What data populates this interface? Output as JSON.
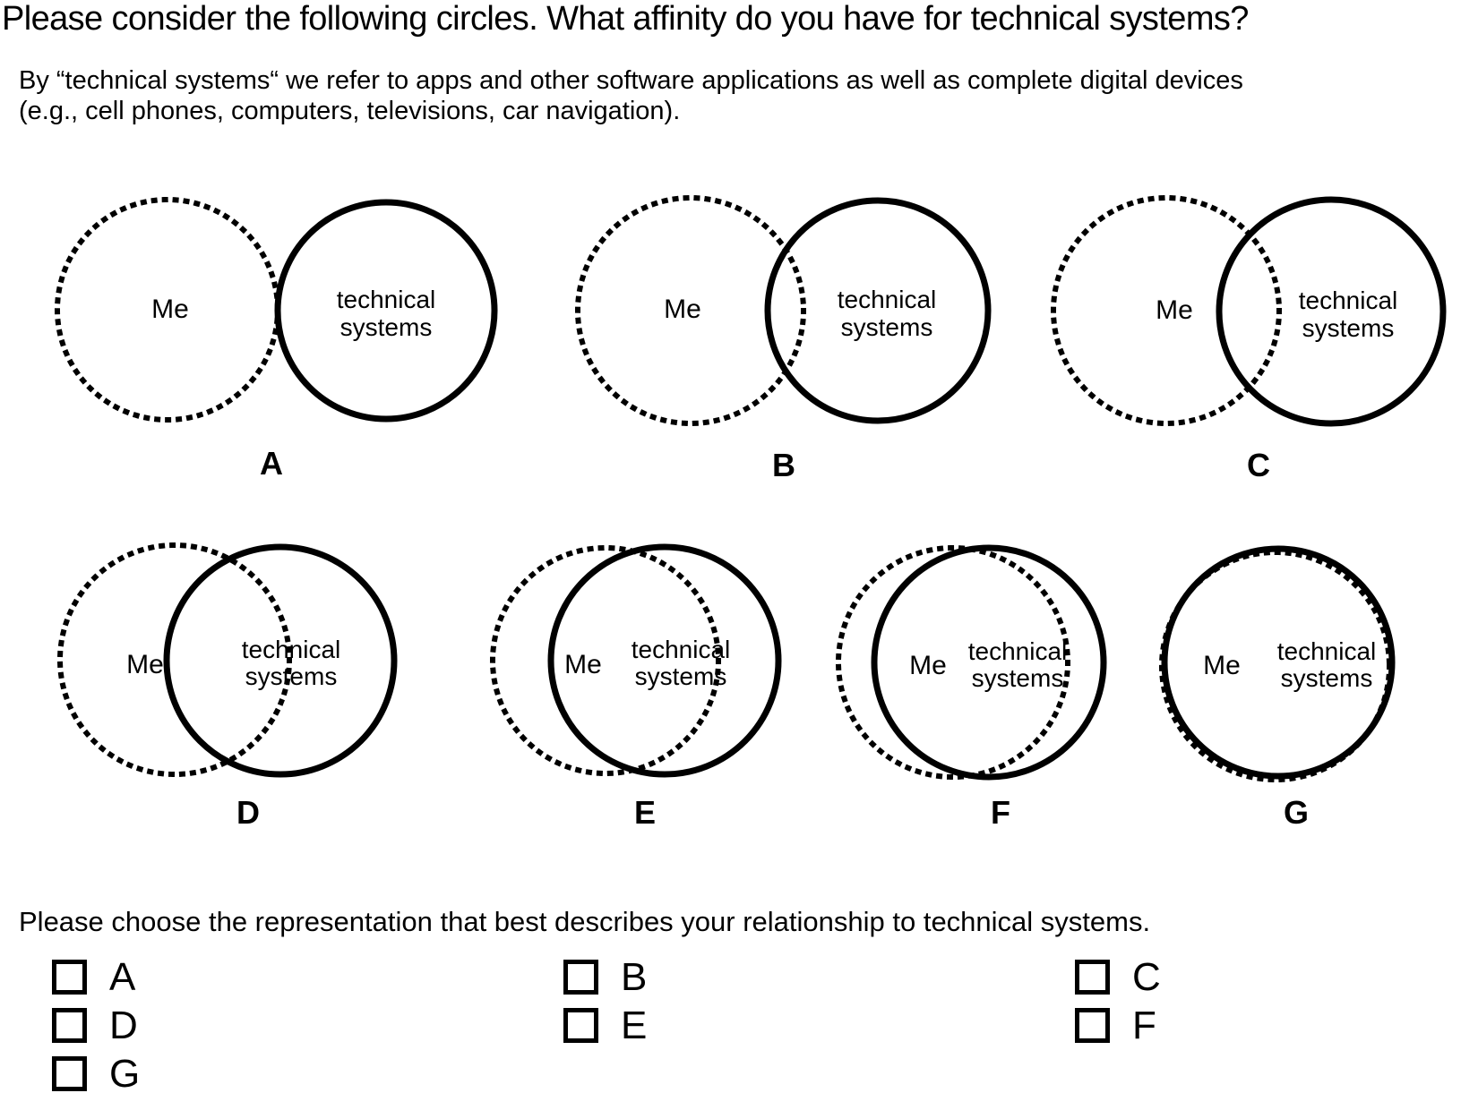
{
  "title": "Please consider the following circles. What affinity do you have for technical systems?",
  "subtitle": {
    "line1": "By “technical systems“ we refer to apps and other software applications as well as complete digital devices",
    "line2": "(e.g., cell phones, computers, televisions, car navigation)."
  },
  "diagram_labels": {
    "me": "Me",
    "sys_line1": "technical",
    "sys_line2": "systems"
  },
  "diagrams": [
    {
      "label": "A"
    },
    {
      "label": "B"
    },
    {
      "label": "C"
    },
    {
      "label": "D"
    },
    {
      "label": "E"
    },
    {
      "label": "F"
    },
    {
      "label": "G"
    }
  ],
  "question": "Please choose the representation that best describes your relationship to technical systems.",
  "options": [
    {
      "label": "A",
      "checked": false
    },
    {
      "label": "B",
      "checked": false
    },
    {
      "label": "C",
      "checked": false
    },
    {
      "label": "D",
      "checked": false
    },
    {
      "label": "E",
      "checked": false
    },
    {
      "label": "F",
      "checked": false
    },
    {
      "label": "G",
      "checked": false
    }
  ],
  "colors": {
    "ink": "#000000",
    "background": "#ffffff"
  }
}
